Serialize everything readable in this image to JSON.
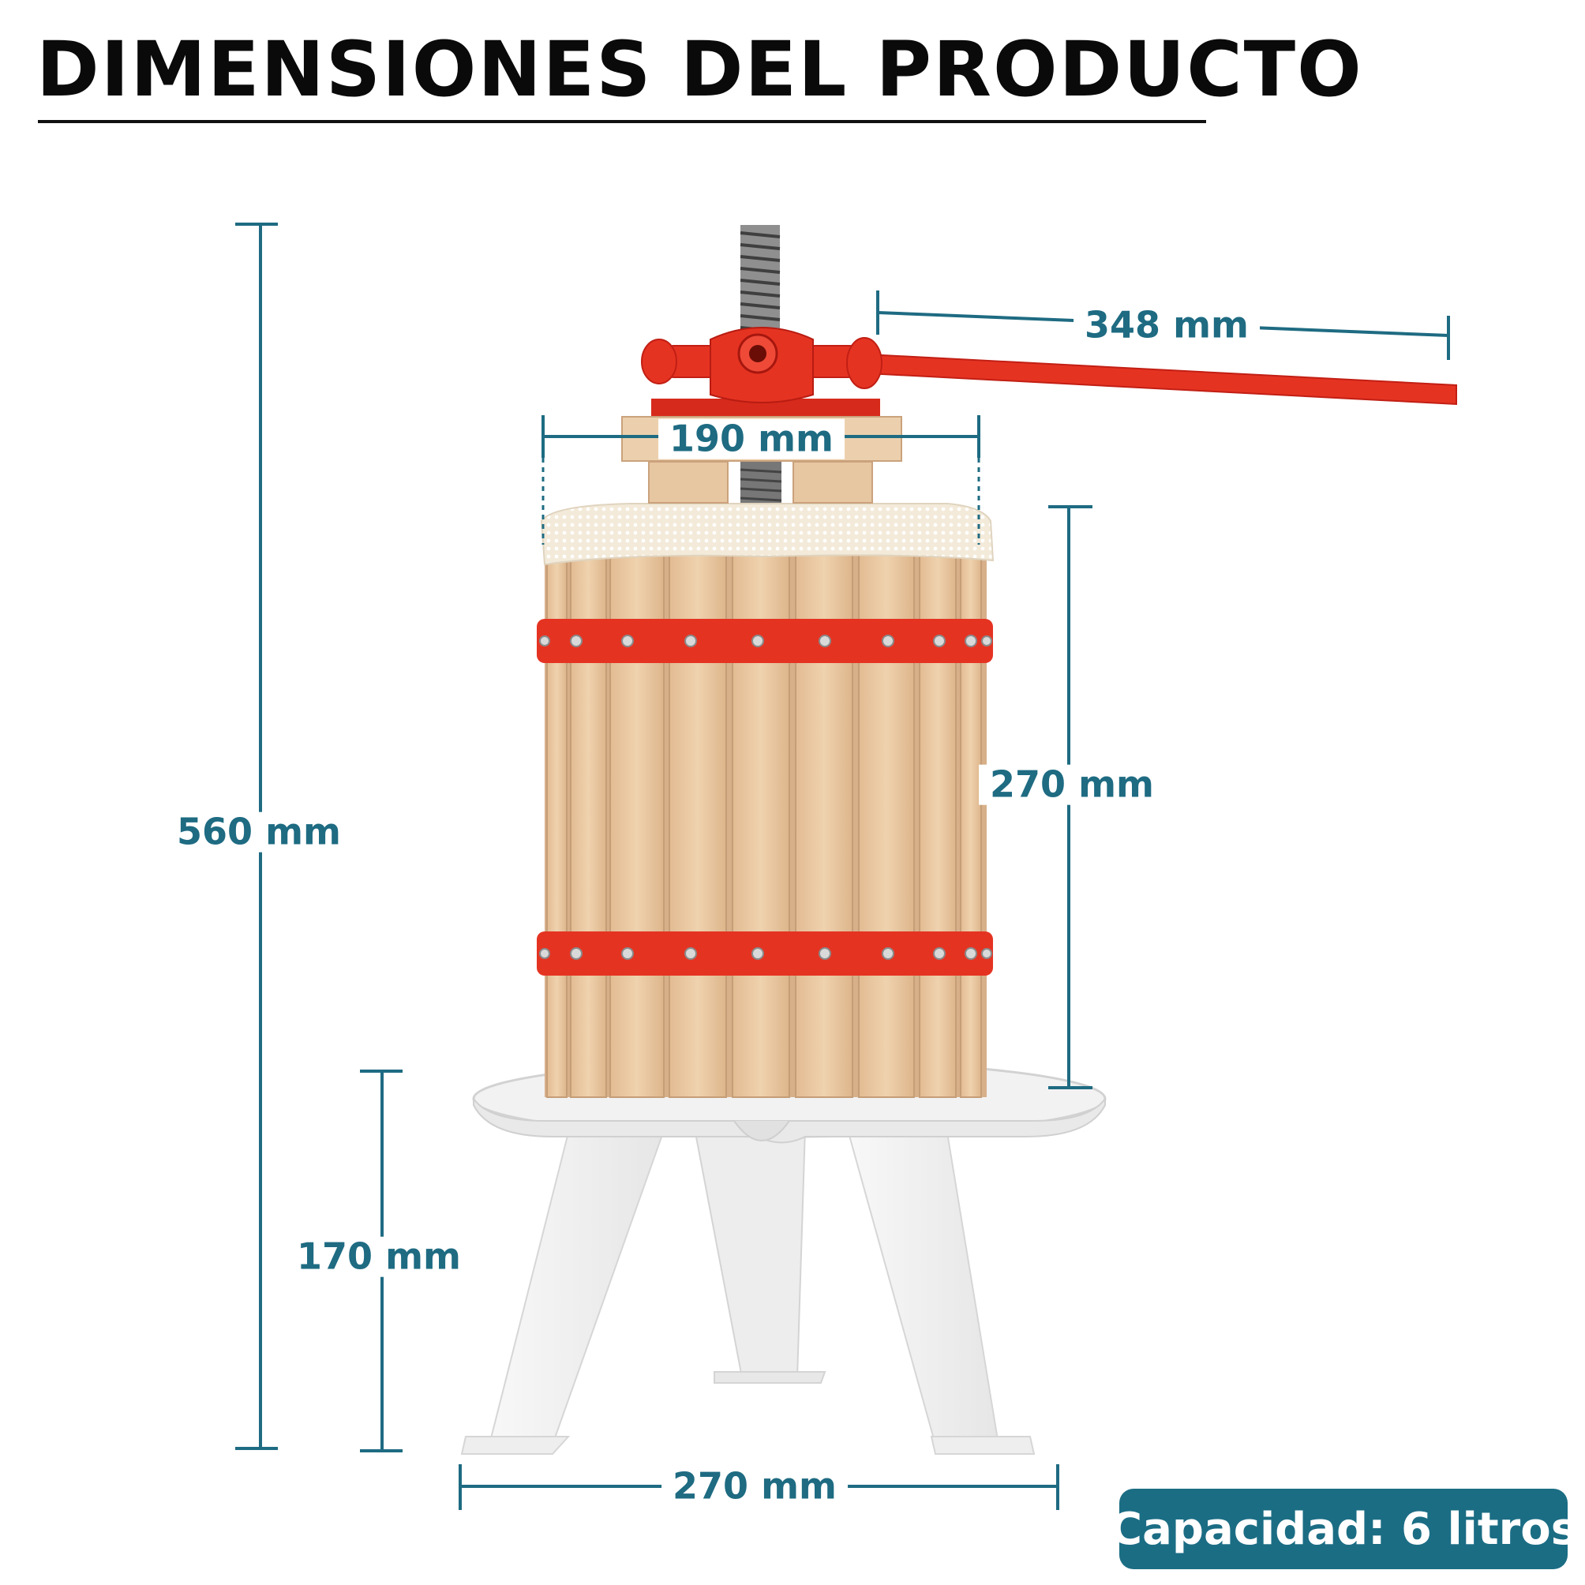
{
  "header": {
    "title": "DIMENSIONES DEL PRODUCTO"
  },
  "dimensions": {
    "total_height": "560 mm",
    "handle_length": "348 mm",
    "top_width": "190 mm",
    "basket_height": "270 mm",
    "stand_height": "170 mm",
    "base_width": "270 mm"
  },
  "badge": {
    "capacity": "Capacidad: 6 litros"
  },
  "colors": {
    "accent": "#1e6b82",
    "badge_bg": "#1b6d84",
    "frame_red": "#e53322",
    "wood": "#e9c9a3",
    "stand": "#f4f4f4"
  }
}
